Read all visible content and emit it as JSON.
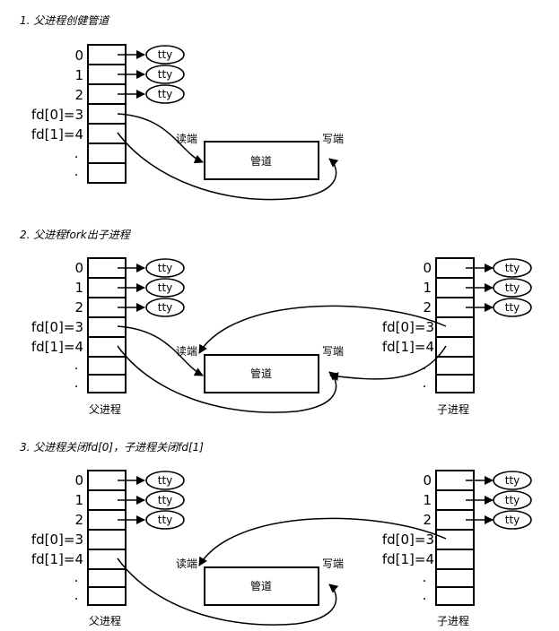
{
  "titles": [
    "1. 父进程创健管道",
    "2. 父进程fork出子进程",
    "3. 父进程关闭fd[0]，子进程关闭fd[1]"
  ],
  "labels": {
    "idx0": "0",
    "idx1": "1",
    "idx2": "2",
    "fd0": "fd[0]=3",
    "fd1": "fd[1]=4",
    "dot": ".",
    "tty": "tty",
    "pipe": "管道",
    "read_end": "读端",
    "write_end": "写端",
    "parent": "父进程",
    "child": "子进程"
  }
}
